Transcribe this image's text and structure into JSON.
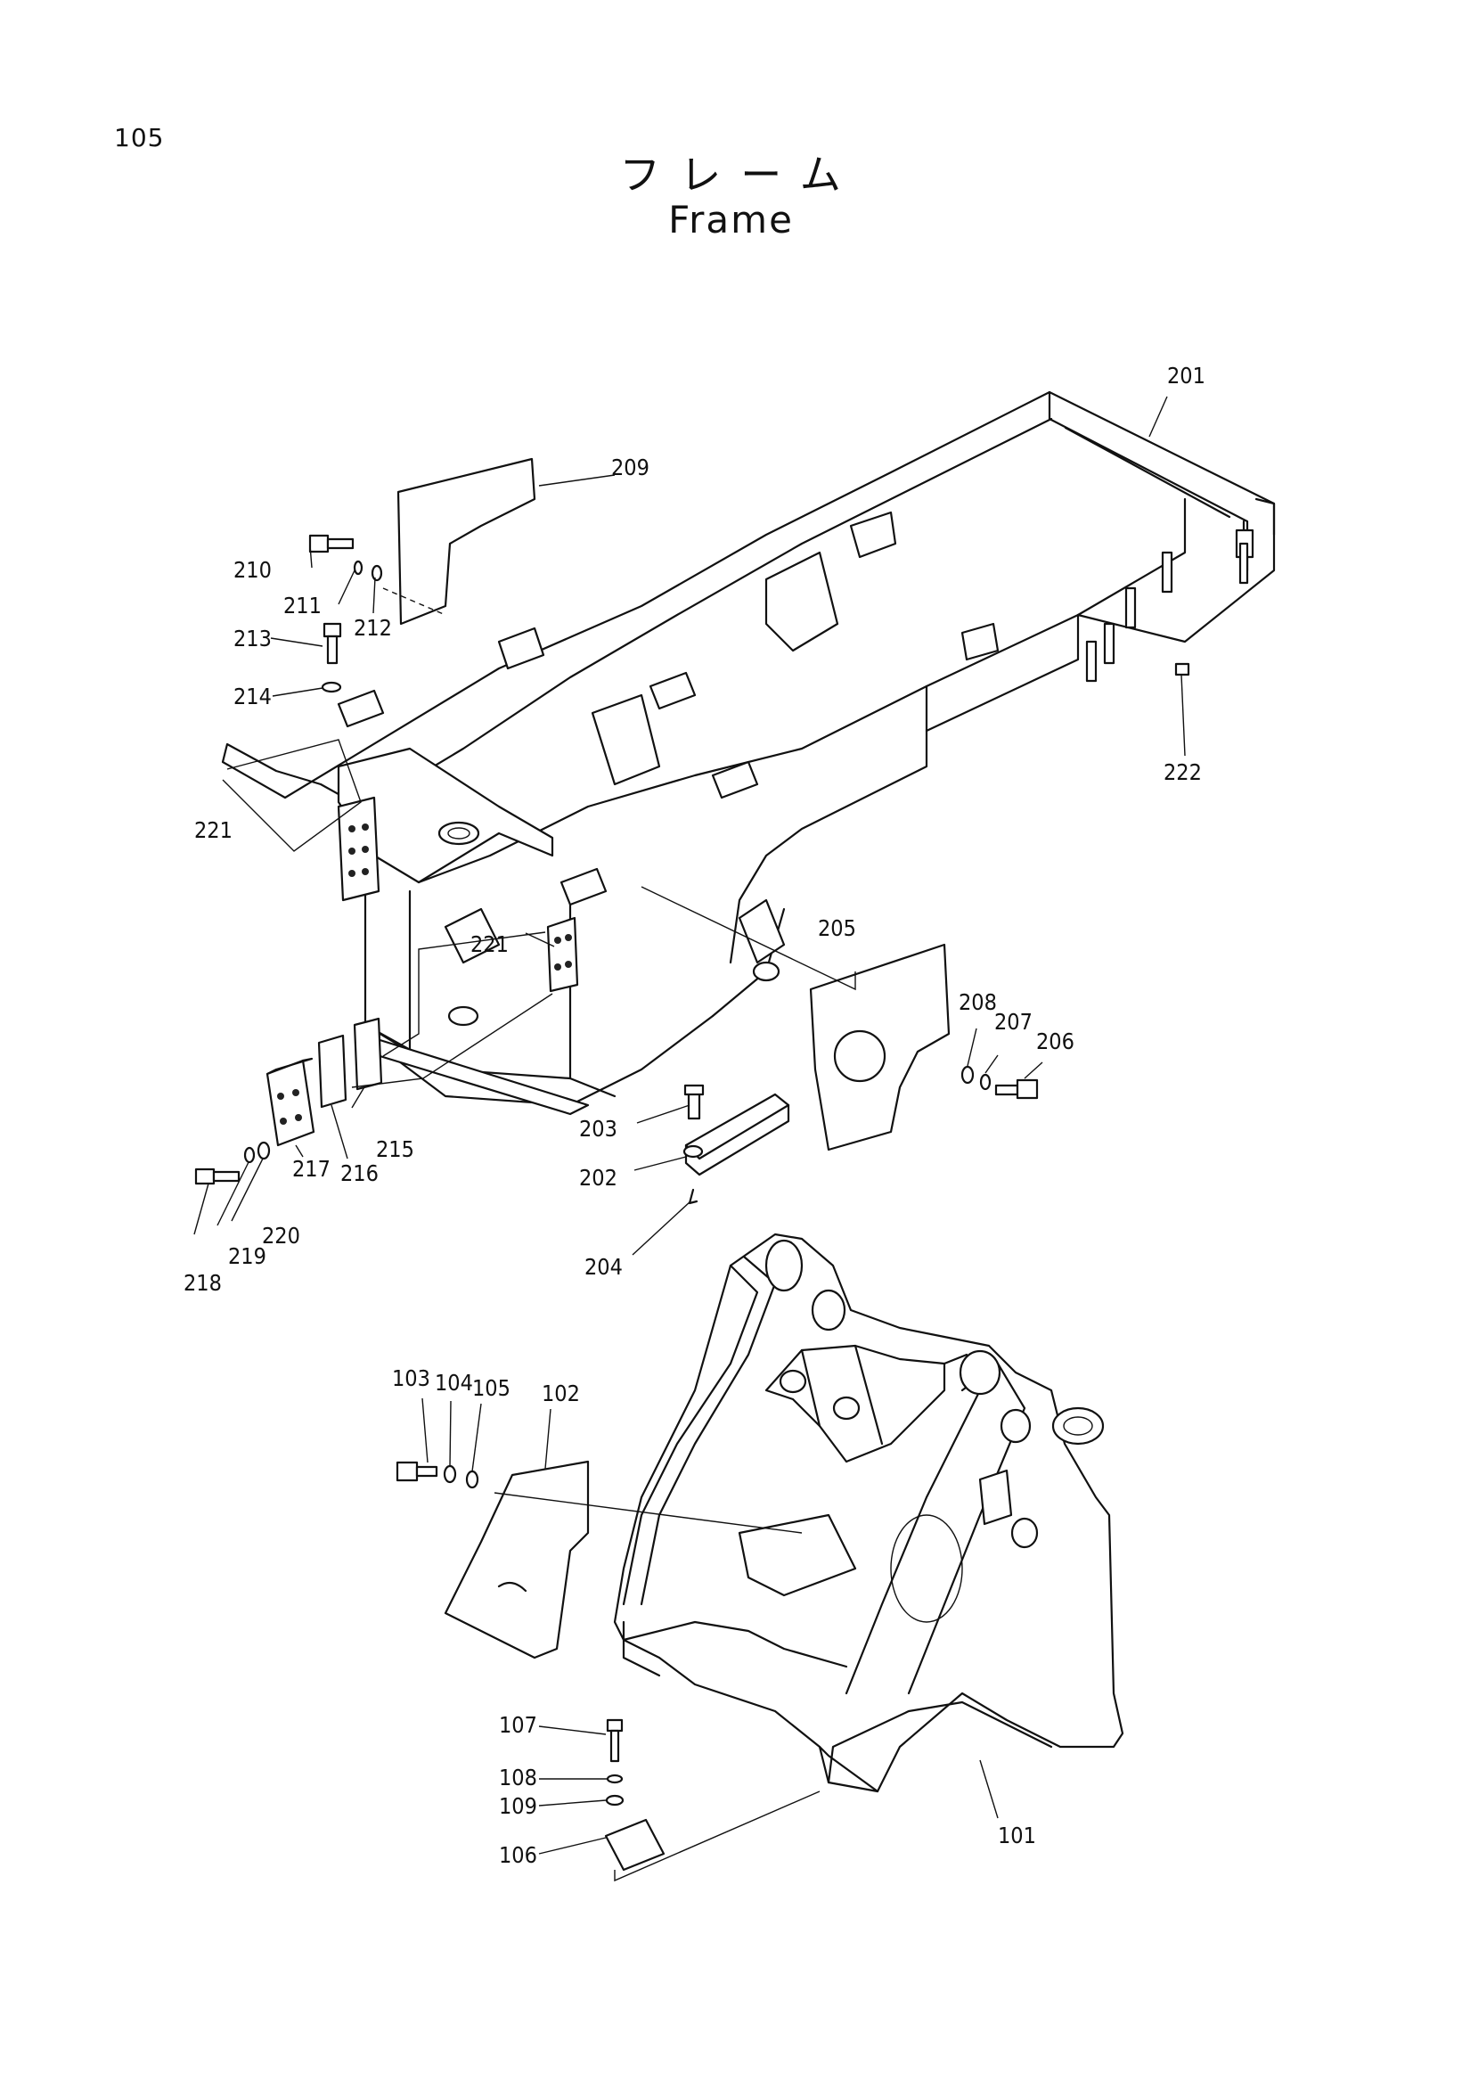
{
  "page": {
    "number": "105"
  },
  "title": {
    "japanese": "フレーム",
    "english": "Frame"
  },
  "callouts": {
    "c101": "101",
    "c102": "102",
    "c103": "103",
    "c104": "104",
    "c105": "105",
    "c106": "106",
    "c107": "107",
    "c108": "108",
    "c109": "109",
    "c201": "201",
    "c202": "202",
    "c203": "203",
    "c204": "204",
    "c205": "205",
    "c206": "206",
    "c207": "207",
    "c208": "208",
    "c209": "209",
    "c210": "210",
    "c211": "211",
    "c212": "212",
    "c213": "213",
    "c214": "214",
    "c215": "215",
    "c216": "216",
    "c217": "217",
    "c218": "218",
    "c219": "219",
    "c220": "220",
    "c221a": "221",
    "c221b": "221",
    "c222": "222"
  }
}
